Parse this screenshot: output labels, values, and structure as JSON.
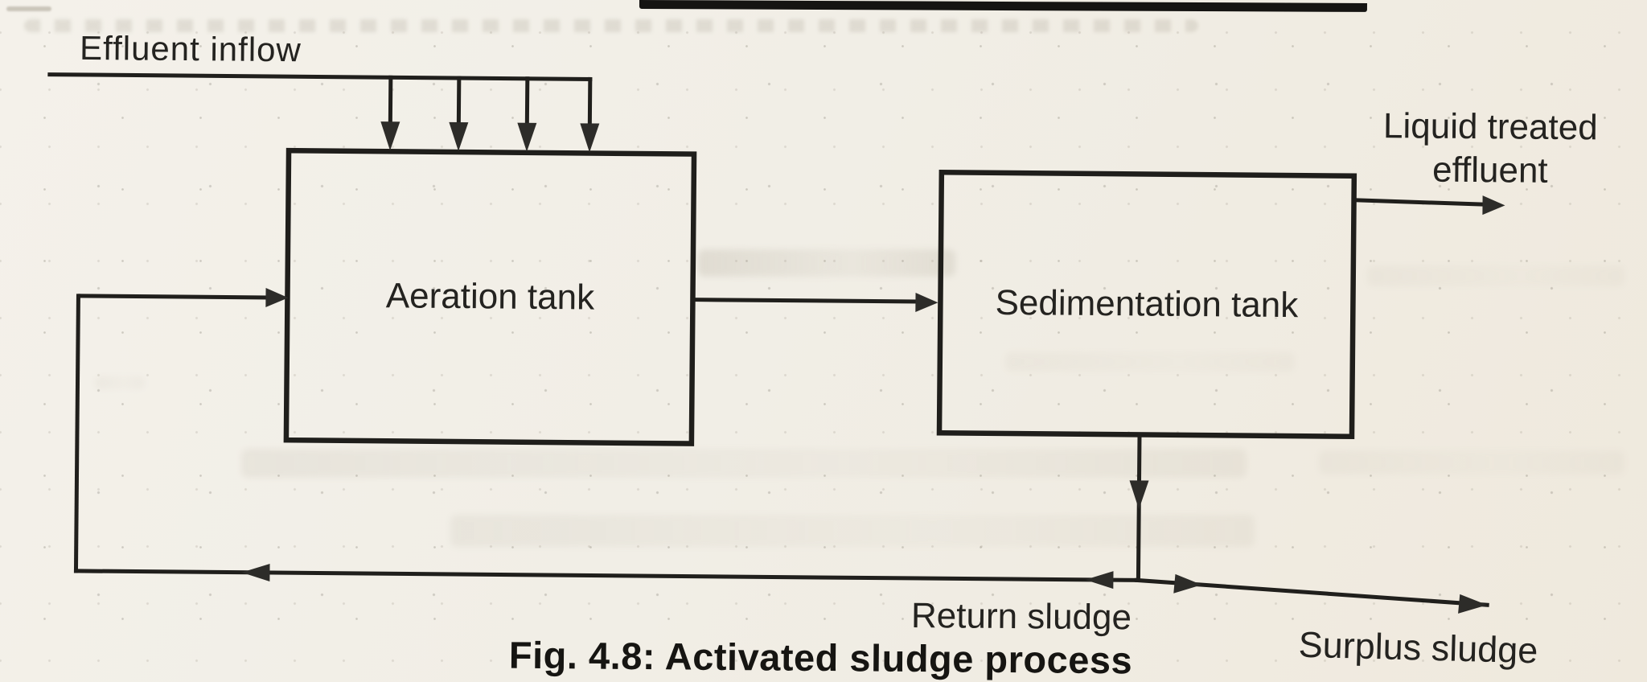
{
  "figure": {
    "caption": "Fig. 4.8: Activated sludge process",
    "type": "process-flow-diagram"
  },
  "labels": {
    "effluent_inflow": "Effluent inflow",
    "aeration_tank": "Aeration tank",
    "sedimentation_tank": "Sedimentation tank",
    "liquid_treated_line1": "Liquid treated",
    "liquid_treated_line2": "effluent",
    "return_sludge": "Return sludge",
    "surplus_sludge": "Surplus sludge"
  },
  "connections": [
    {
      "from": "Effluent inflow",
      "to": "Aeration tank"
    },
    {
      "from": "Aeration tank",
      "to": "Sedimentation tank"
    },
    {
      "from": "Sedimentation tank",
      "to": "Liquid treated effluent"
    },
    {
      "from": "Sedimentation tank",
      "to": "Return sludge / Surplus sludge junction"
    },
    {
      "from": "Return sludge",
      "to": "Aeration tank"
    },
    {
      "from": "Junction",
      "to": "Surplus sludge"
    }
  ],
  "colors": {
    "ink": "#1f1e1b",
    "arrow_fill": "#2d2c29",
    "paper": "#f1eee6",
    "bleed_through": "#968d7a",
    "scan_bar": "#151412"
  }
}
